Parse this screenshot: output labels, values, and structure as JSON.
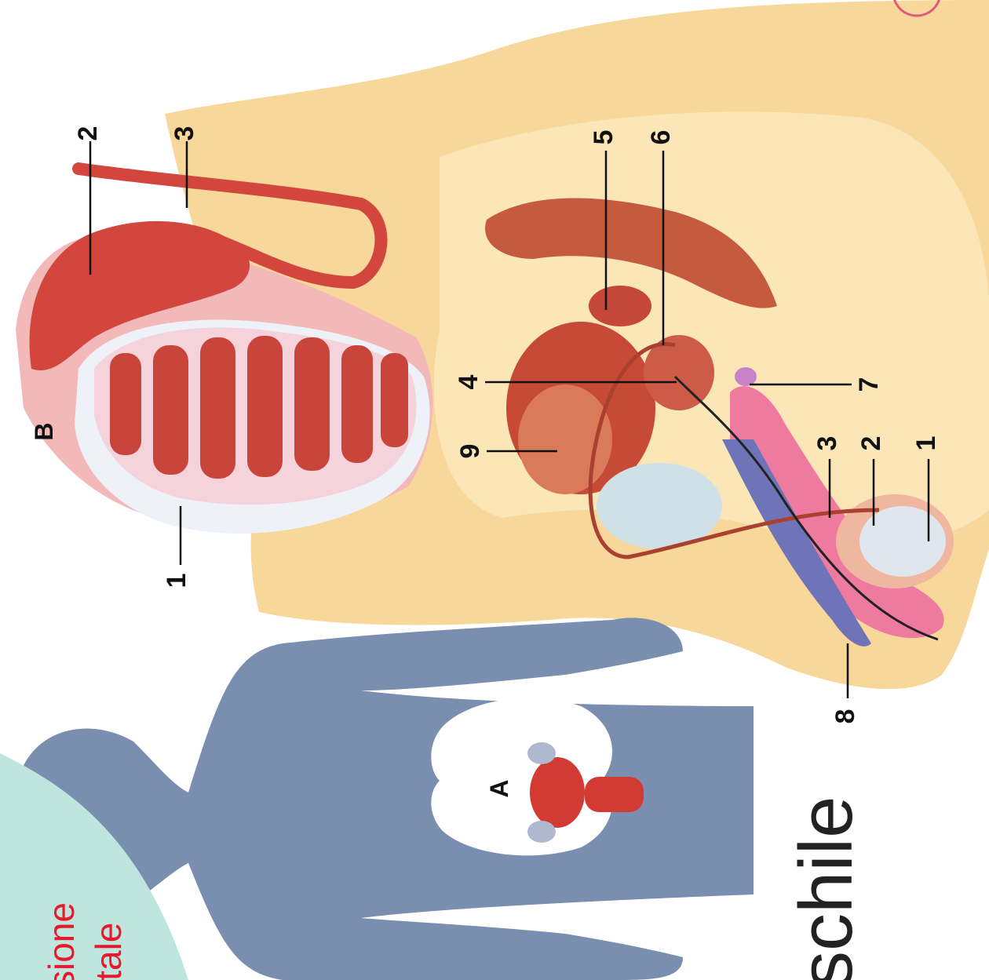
{
  "colors": {
    "body_tan": "#f7d79a",
    "silhouette_blue": "#7a8fb0",
    "pelvis_white": "#ffffff",
    "organ_red": "#d33a32",
    "tubule_red": "#c8453c",
    "pink": "#ef7aa0",
    "teal_tab": "#bfe6de",
    "caption_red": "#e8192c",
    "circle_pink": "#e05b7a"
  },
  "panels": {
    "testis_section": {
      "letter": "B",
      "labels": [
        "1",
        "2",
        "3"
      ]
    },
    "organs_section": {
      "labels": [
        "1",
        "2",
        "3",
        "4",
        "5",
        "6",
        "7",
        "8",
        "9"
      ]
    },
    "silhouette": {
      "letter": "A"
    }
  },
  "title_fragment": "schile",
  "side_caption": {
    "line1": "sione",
    "line2": "itale"
  },
  "icons": [
    "corner-circle-icon"
  ]
}
